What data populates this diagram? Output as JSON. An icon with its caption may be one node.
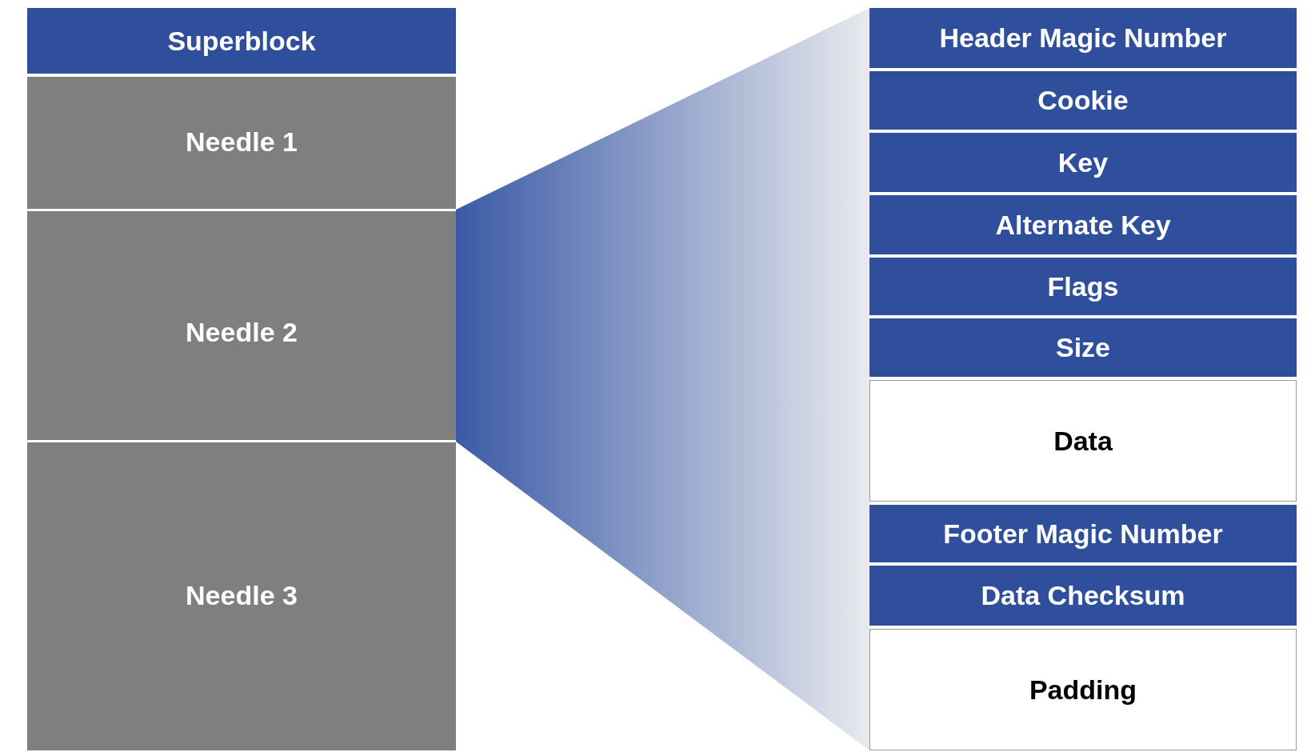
{
  "diagram": {
    "nodes": [
      {
        "text": [
          "Superblock"
        ]
      },
      {
        "text": [
          "Needle 1"
        ]
      },
      {
        "text": [
          "Needle 2"
        ]
      },
      {
        "text": [
          "Needle 3"
        ]
      },
      {
        "text": [
          "Header Magic Number"
        ]
      },
      {
        "text": [
          "Cookie"
        ]
      },
      {
        "text": [
          "Key"
        ]
      },
      {
        "text": [
          "Alternate Key"
        ]
      },
      {
        "text": [
          "Flags"
        ]
      },
      {
        "text": [
          "Size"
        ]
      },
      {
        "text": [
          "Data"
        ]
      },
      {
        "text": [
          "Footer Magic Number"
        ]
      },
      {
        "text": [
          "Data Checksum"
        ]
      },
      {
        "text": [
          "Padding"
        ]
      }
    ]
  }
}
